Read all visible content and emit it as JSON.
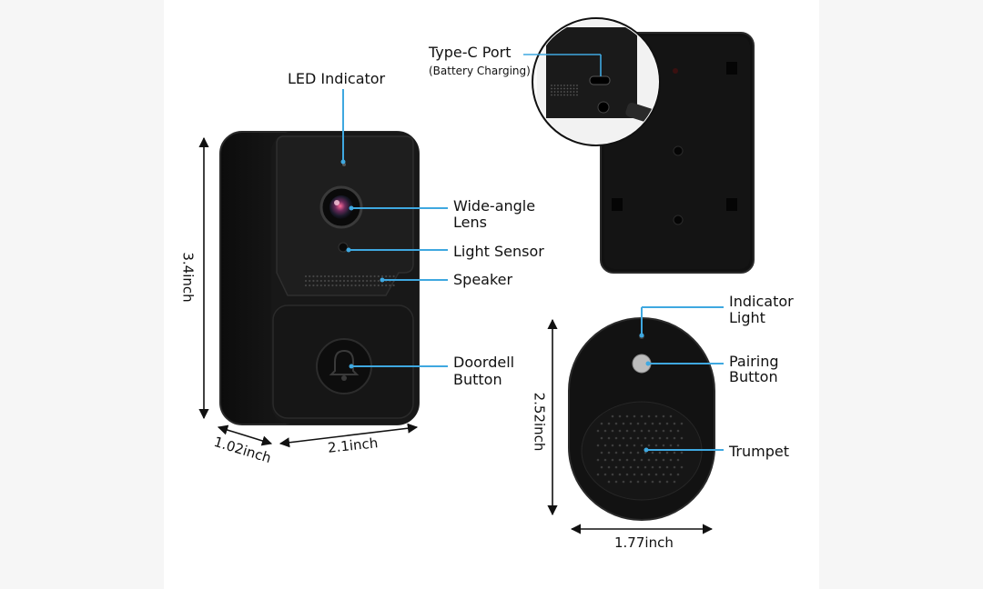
{
  "labels": {
    "led_indicator": "LED Indicator",
    "wide_angle_lens_1": "Wide-angle",
    "wide_angle_lens_2": "Lens",
    "light_sensor": "Light Sensor",
    "speaker": "Speaker",
    "doorbell_button_1": "Doordell",
    "doorbell_button_2": "Button",
    "type_c_port": "Type-C Port",
    "battery_charging": "(Battery Charging)",
    "indicator_light_1": "Indicator",
    "indicator_light_2": "Light",
    "pairing_button_1": "Pairing",
    "pairing_button_2": "Button",
    "trumpet": "Trumpet"
  },
  "dimensions": {
    "doorbell_height": "3.4inch",
    "doorbell_depth": "1.02inch",
    "doorbell_width": "2.1inch",
    "chime_height": "2.52inch",
    "chime_width": "1.77inch"
  },
  "colors": {
    "device": "#141414",
    "device_edge": "#2a2a2a",
    "callout": "#3fa8e0",
    "dimension_line": "#111111"
  }
}
